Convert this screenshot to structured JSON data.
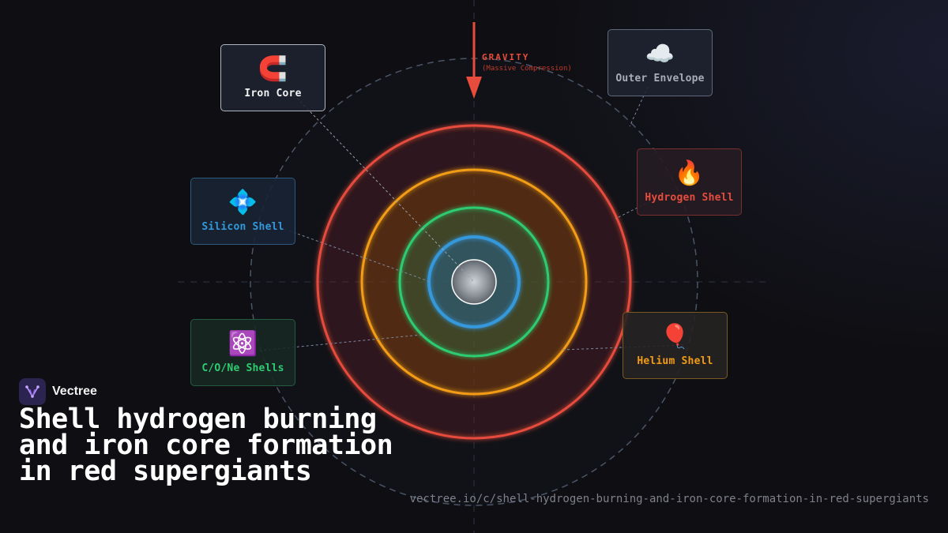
{
  "brand": {
    "name": "Vectree"
  },
  "title": "Shell hydrogen burning and iron core formation in red supergiants",
  "url": "vectree.io/c/shell-hydrogen-burning-and-iron-core-formation-in-red-supergiants",
  "gravity": {
    "label": "GRAVITY",
    "sublabel": "(Massive Compression)"
  },
  "colors": {
    "hydrogen": "#e74c3c",
    "helium": "#f39c12",
    "cone": "#2ecc71",
    "silicon": "#3498db",
    "iron": "#e8e8e8",
    "envelope": "#5c6b80"
  },
  "layers": [
    {
      "key": "iron",
      "label": "Iron Core",
      "icon": "magnet-icon",
      "glyph": "🧲"
    },
    {
      "key": "envelope",
      "label": "Outer Envelope",
      "icon": "cloud-icon",
      "glyph": "☁️"
    },
    {
      "key": "silicon",
      "label": "Silicon Shell",
      "icon": "diamond-icon",
      "glyph": "💠"
    },
    {
      "key": "hydrogen",
      "label": "Hydrogen Shell",
      "icon": "fire-icon",
      "glyph": "🔥"
    },
    {
      "key": "cone",
      "label": "C/O/Ne Shells",
      "icon": "atom-icon",
      "glyph": "⚛️"
    },
    {
      "key": "helium",
      "label": "Helium Shell",
      "icon": "balloon-icon",
      "glyph": "🎈"
    }
  ]
}
